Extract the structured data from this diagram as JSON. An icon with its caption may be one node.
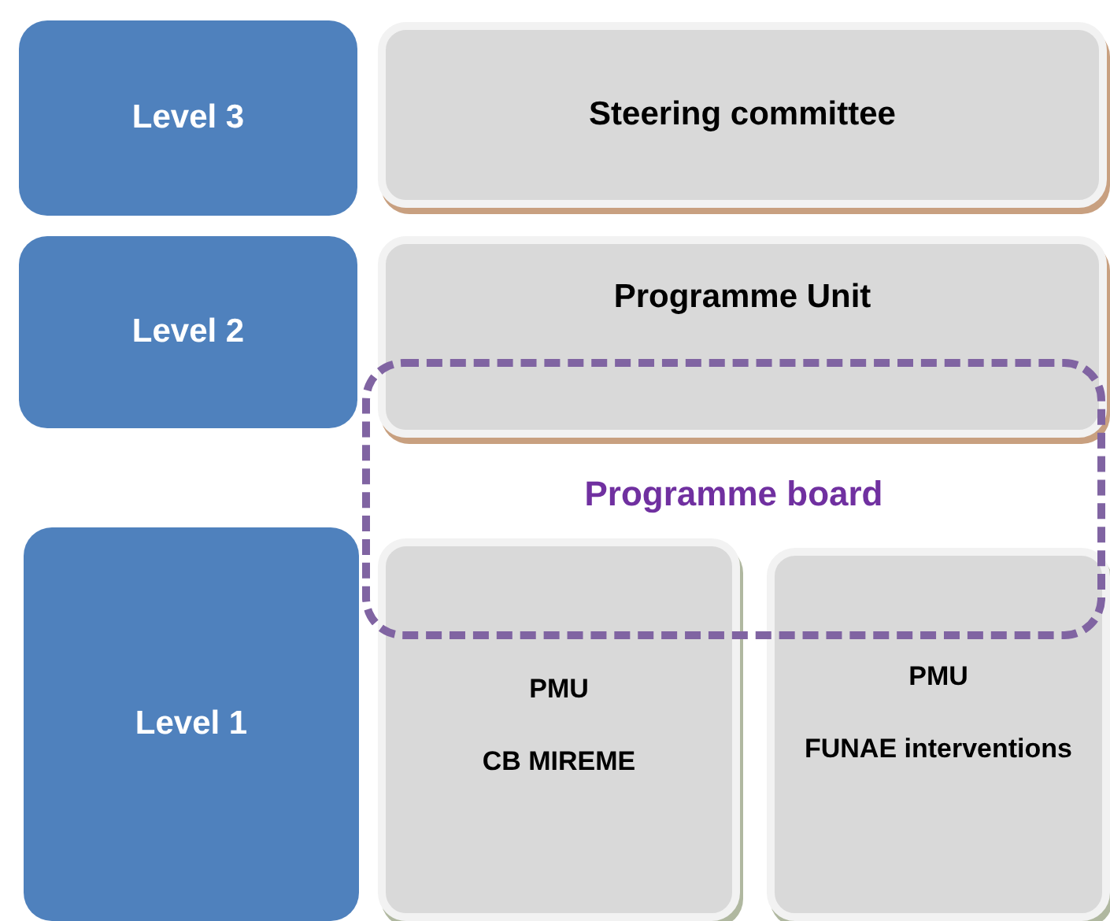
{
  "diagram": {
    "nodes": [
      {
        "text": [
          "Level 3"
        ]
      },
      {
        "text": [
          "Steering committee"
        ]
      },
      {
        "text": [
          "Level 2"
        ]
      },
      {
        "text": [
          "Programme Unit"
        ]
      },
      {
        "text": [
          "Programme board"
        ]
      },
      {
        "text": [
          "Level 1"
        ]
      },
      {
        "text": [
          "PMU",
          "CB MIREME"
        ]
      },
      {
        "text": [
          "PMU",
          "FUNAE interventions"
        ]
      }
    ]
  }
}
